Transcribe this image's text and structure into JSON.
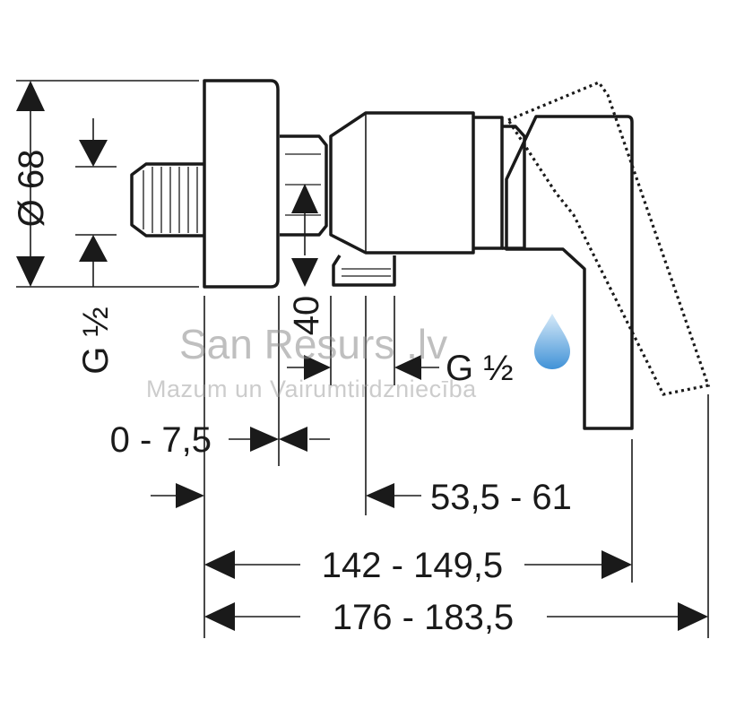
{
  "dimensions": {
    "diameter": "Ø 68",
    "thread_left": "G ½",
    "forty": "40",
    "thread_right": "G ½",
    "range_small": "0 - 7,5",
    "range_mid": "53,5 - 61",
    "range_long": "142 - 149,5",
    "range_total": "176 - 183,5"
  },
  "watermark": {
    "brand": "San Resurs .lv",
    "tagline": "Mazum un Vairumtirdzniecība",
    "drop_icon": "water-drop-icon",
    "colors": {
      "drop_top": "#cfe6f7",
      "drop_bottom": "#1f7fd0"
    }
  }
}
